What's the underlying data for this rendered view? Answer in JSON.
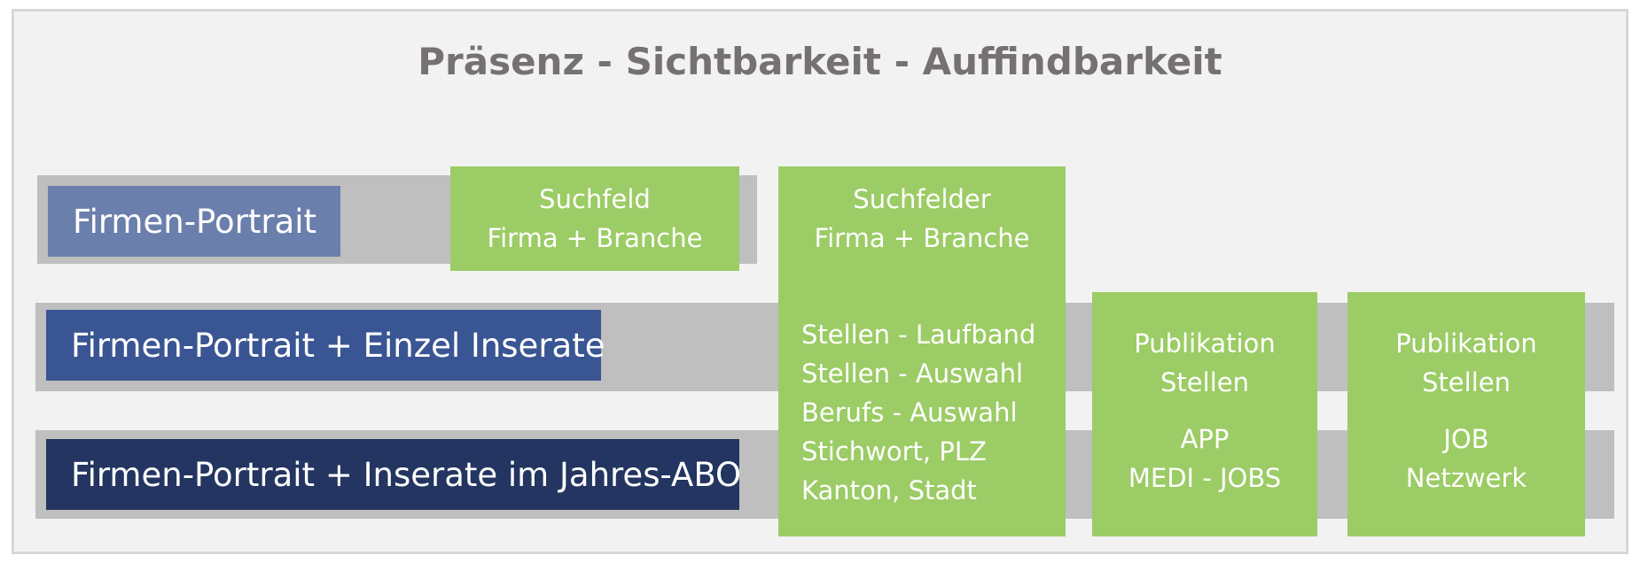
{
  "title": "Präsenz - Sichtbarkeit - Auffindbarkeit",
  "tiers": [
    {
      "label": "Firmen-Portrait",
      "color": "#6b7fad"
    },
    {
      "label": "Firmen-Portrait + Einzel Inserate",
      "color": "#3a5593"
    },
    {
      "label": "Firmen-Portrait + Inserate im Jahres-ABO",
      "color": "#233560"
    }
  ],
  "boxes": {
    "suchfeld": {
      "lines": [
        "Suchfeld",
        "Firma + Branche"
      ]
    },
    "suchfelder": {
      "lines": [
        "Suchfelder",
        "Firma + Branche"
      ],
      "features": [
        "Stellen - Laufband",
        "Stellen - Auswahl",
        "Berufs - Auswahl",
        "Stichwort, PLZ",
        "Kanton, Stadt"
      ]
    },
    "app": {
      "lines": [
        "Publikation",
        "Stellen"
      ],
      "sublines": [
        "APP",
        "MEDI - JOBS"
      ]
    },
    "jobnetz": {
      "lines": [
        "Publikation",
        "Stellen"
      ],
      "sublines": [
        "JOB",
        "Netzwerk"
      ]
    }
  },
  "colors": {
    "band": "#bfbfbf",
    "box": "#9ccc65",
    "title": "#767171",
    "frame": "#f2f2f2"
  }
}
